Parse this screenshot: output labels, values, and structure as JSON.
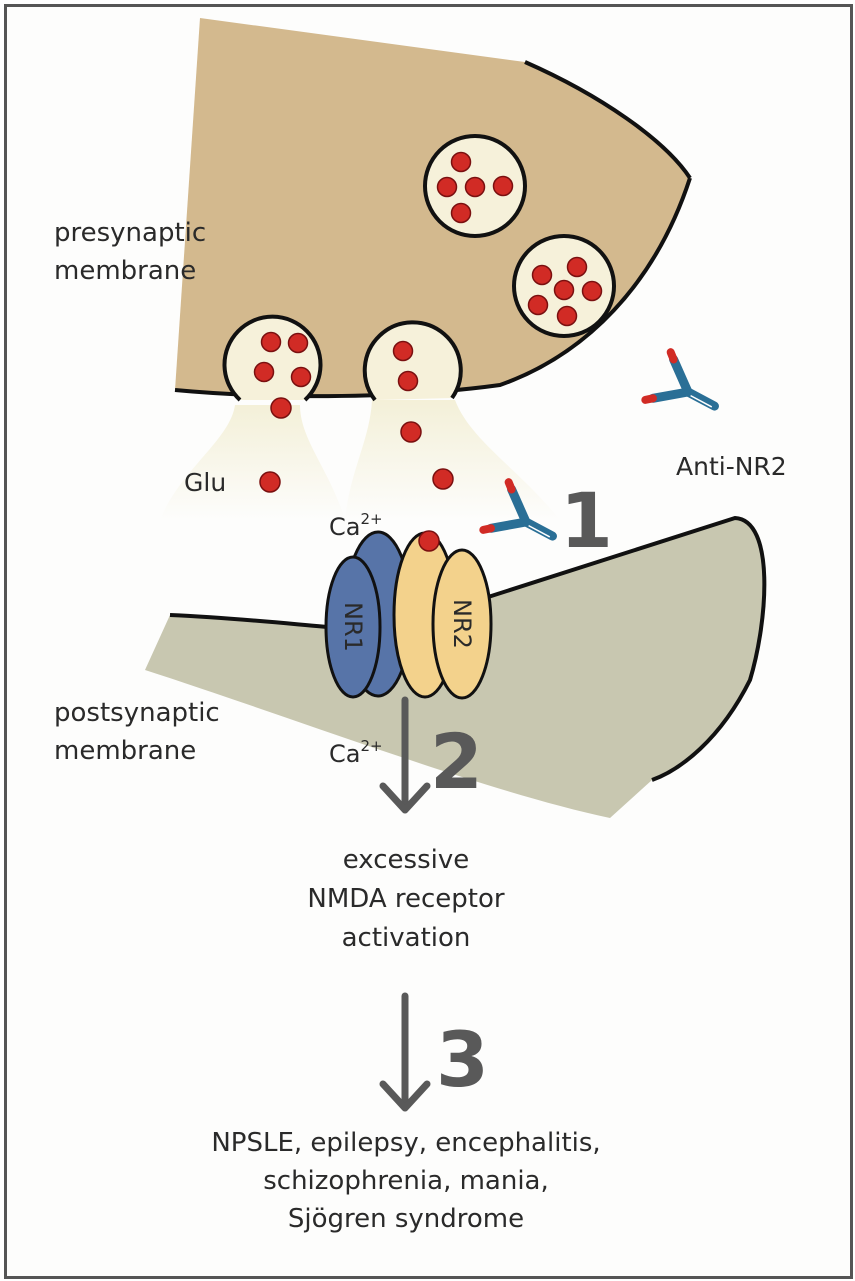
{
  "labels": {
    "presynaptic_line1": "presynaptic",
    "presynaptic_line2": "membrane",
    "postsynaptic_line1": "postsynaptic",
    "postsynaptic_line2": "membrane",
    "glu": "Glu",
    "anti_nr2": "Anti-NR2",
    "ca_top_base": "Ca",
    "ca_top_sup": "2+",
    "ca_bottom_base": "Ca",
    "ca_bottom_sup": "2+",
    "nr1": "NR1",
    "nr2": "NR2"
  },
  "steps": {
    "step1": "1",
    "step2": "2",
    "step3": "3"
  },
  "outcome_activation": {
    "line1": "excessive",
    "line2": "NMDA receptor",
    "line3": "activation"
  },
  "outcome_disease": {
    "line1": "NPSLE, epilepsy, encephalitis,",
    "line2": "schizophrenia, mania,",
    "line3": "Sjögren syndrome"
  },
  "colors": {
    "presynaptic": "#d3b98e",
    "postsynaptic": "#c8c7b0",
    "vesicle": "#f6f1da",
    "glutamate": "#d12b25",
    "nr1": "#5774a8",
    "nr2": "#f3d28c",
    "antibody": "#2a6f96",
    "arrow": "#595959"
  }
}
